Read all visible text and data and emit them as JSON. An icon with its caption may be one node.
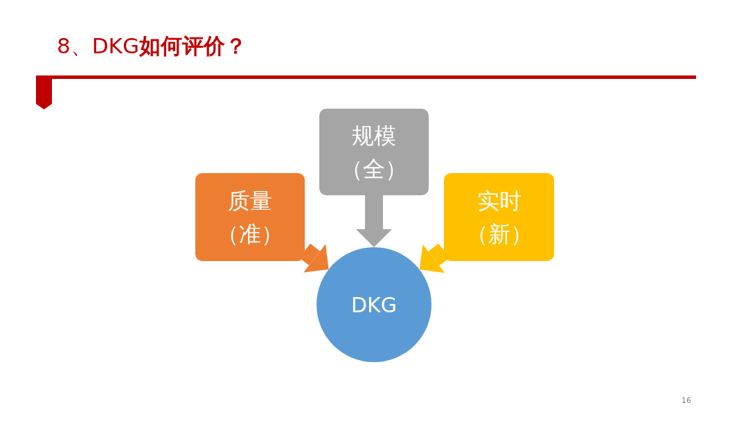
{
  "diagram": {
    "title": "8、DKG**如何评价？**",
    "nodes": [
      {
        "text": [
          "质量（准）"
        ]
      },
      {
        "text": [
          "规模（全）"
        ]
      },
      {
        "text": [
          "实时（新）"
        ]
      },
      {
        "text": [
          "DKG"
        ]
      }
    ],
    "edges": [
      {
        "from": 0,
        "to": 3,
        "arrow": "to",
        "color": "#ed7d31"
      },
      {
        "from": 1,
        "to": 3,
        "arrow": "to",
        "color": "#a5a5a5"
      },
      {
        "from": 2,
        "to": 3,
        "arrow": "to",
        "color": "#ffc000"
      }
    ],
    "labels": [
      "16"
    ]
  }
}
